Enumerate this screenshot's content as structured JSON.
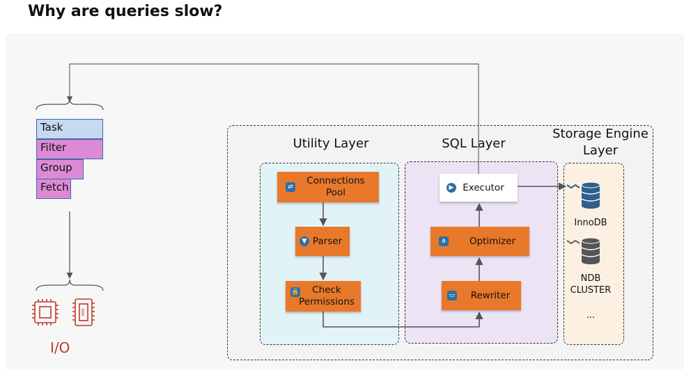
{
  "title": "Why are queries slow?",
  "task_stack": {
    "items": [
      "Task",
      "Filter",
      "Group",
      "Fetch"
    ]
  },
  "layers": {
    "utility": "Utility Layer",
    "sql": "SQL Layer",
    "storage": "Storage Engine\nLayer"
  },
  "nodes": {
    "connections_pool": "Connections\nPool",
    "parser": "Parser",
    "check_permissions": "Check\nPermissions",
    "executor": "Executor",
    "optimizer": "Optimizer",
    "rewriter": "Rewriter"
  },
  "storage": {
    "innodb": "InnoDB",
    "ndb": "NDB\nCLUSTER",
    "more": "..."
  },
  "io_label": "I/O",
  "chip_text": "RAM",
  "colors": {
    "node_orange": "#e8792b",
    "task_blue": "#c5d9ef",
    "stack_pink": "#dd8ad6",
    "utility_bg": "#e2f3f8",
    "sql_bg": "#ece3f4",
    "storage_bg": "#fbf0e1",
    "io_red": "#c0392b",
    "db_dark": "#2f5f8c"
  },
  "icons": [
    "connection-icon",
    "filter-icon",
    "lock-icon",
    "play-icon",
    "hierarchy-icon",
    "code-icon",
    "database-icon",
    "cpu-chip-icon",
    "ram-chip-icon"
  ]
}
